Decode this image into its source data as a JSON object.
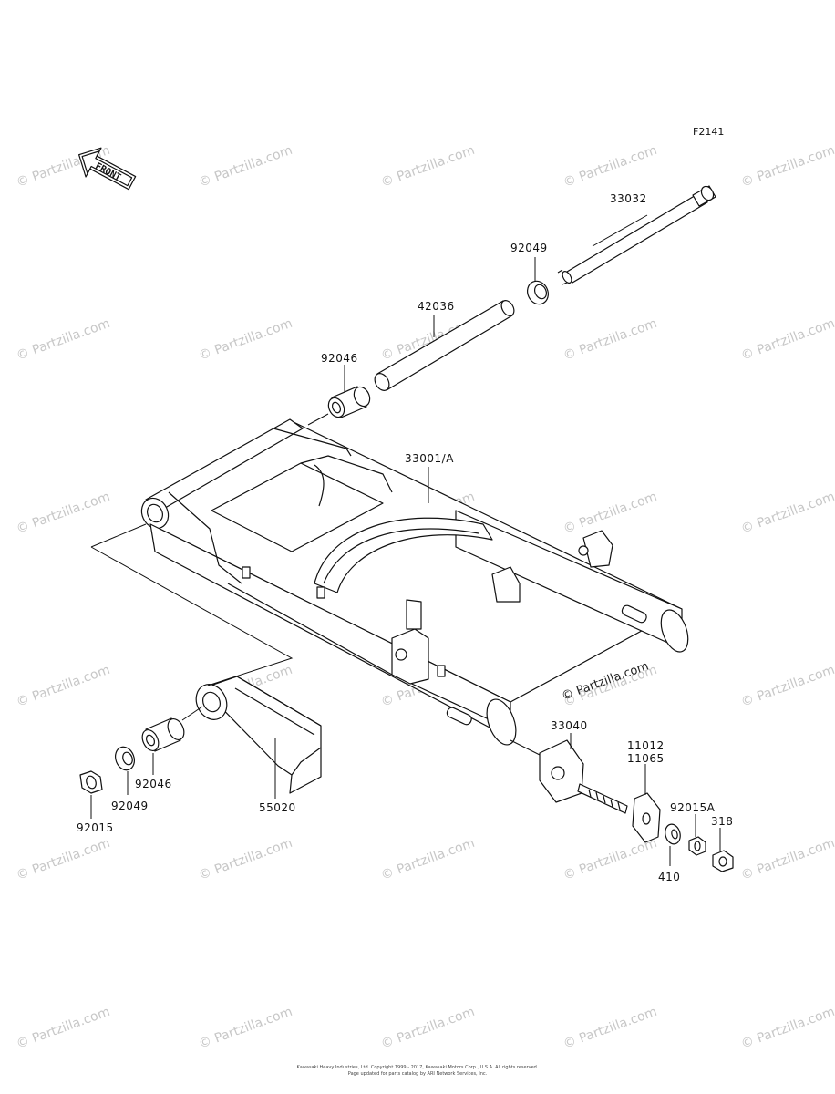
{
  "figure_id": "F2141",
  "front_arrow_label": "FRONT",
  "watermark_text": "© Partzilla.com",
  "brand_watermark": "© Partzilla.com",
  "copyright": "Kawasaki Heavy Industries, Ltd. Copyright 1999 - 2017, Kawasaki Motors Corp., U.S.A. All rights reserved.",
  "copyright_line2": "Page updated for parts catalog by ARI Network Services, Inc.",
  "part_labels": {
    "p33032": "33032",
    "p92049_top": "92049",
    "p42036": "42036",
    "p92046_top": "92046",
    "p33001A": "33001/A",
    "p33040": "33040",
    "p11012": "11012",
    "p11065": "11065",
    "p92015A": "92015A",
    "p318": "318",
    "p410": "410",
    "p92046_bot": "92046",
    "p92049_bot": "92049",
    "p92015": "92015",
    "p55020": "55020"
  },
  "colors": {
    "line": "#111111",
    "watermark": "#c7c7c7",
    "background": "#ffffff"
  }
}
